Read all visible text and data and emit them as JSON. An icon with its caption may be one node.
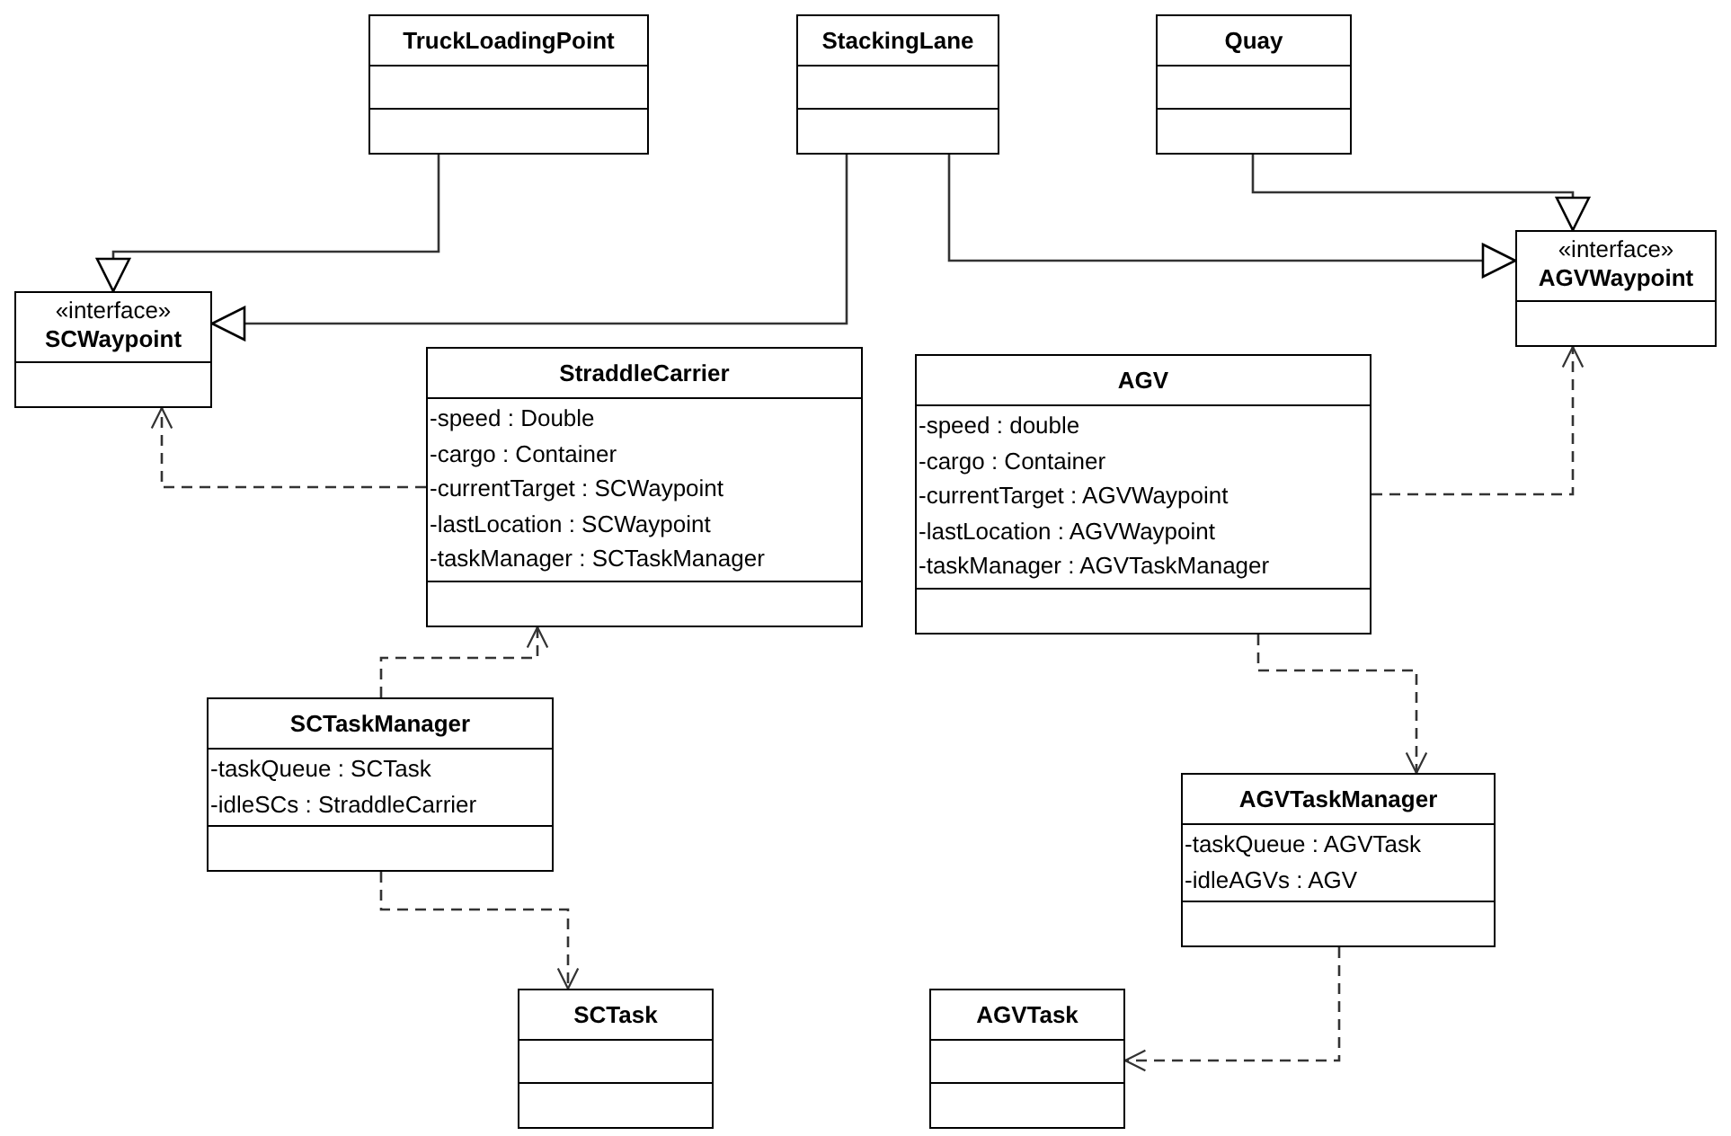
{
  "diagram": {
    "nodes": [
      {
        "text": [
          "TruckLoadingPoint"
        ]
      },
      {
        "text": [
          "StackingLane"
        ]
      },
      {
        "text": [
          "Quay"
        ]
      },
      {
        "text": [
          "«interface»",
          "SCWaypoint"
        ]
      },
      {
        "text": [
          "«interface»",
          "AGVWaypoint"
        ]
      },
      {
        "text": [
          "StraddleCarrier",
          "-speed : Double",
          "-cargo : Container",
          "-currentTarget : SCWaypoint",
          "-lastLocation : SCWaypoint",
          "-taskManager : SCTaskManager"
        ]
      },
      {
        "text": [
          "AGV",
          "-speed : double",
          "-cargo : Container",
          "-currentTarget : AGVWaypoint",
          "-lastLocation : AGVWaypoint",
          "-taskManager : AGVTaskManager"
        ]
      },
      {
        "text": [
          "SCTaskManager",
          "-taskQueue : SCTask",
          "-idleSCs : StraddleCarrier"
        ]
      },
      {
        "text": [
          "AGVTaskManager",
          "-taskQueue : AGVTask",
          "-idleAGVs : AGV"
        ]
      },
      {
        "text": [
          "SCTask"
        ]
      },
      {
        "text": [
          "AGVTask"
        ]
      }
    ],
    "edges": [
      {
        "from": 0,
        "to": 3,
        "arrow": "to"
      },
      {
        "from": 1,
        "to": 3,
        "arrow": "to"
      },
      {
        "from": 2,
        "to": 4,
        "arrow": "to"
      },
      {
        "from": 1,
        "to": 4,
        "arrow": "to"
      },
      {
        "from": 5,
        "to": 3,
        "arrow": "to",
        "style": "dashed"
      },
      {
        "from": 6,
        "to": 4,
        "arrow": "to",
        "style": "dashed"
      },
      {
        "from": 7,
        "to": 5,
        "arrow": "to",
        "style": "dashed"
      },
      {
        "from": 6,
        "to": 8,
        "arrow": "to",
        "style": "dashed"
      },
      {
        "from": 7,
        "to": 9,
        "arrow": "to",
        "style": "dashed"
      },
      {
        "from": 8,
        "to": 10,
        "arrow": "to",
        "style": "dashed"
      }
    ]
  }
}
